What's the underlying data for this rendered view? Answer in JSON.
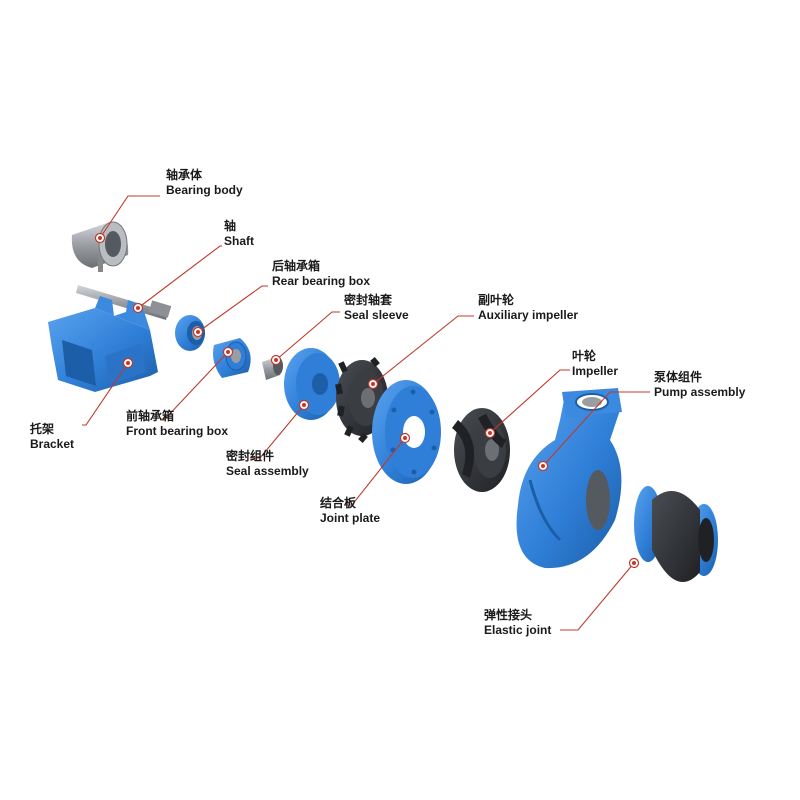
{
  "colors": {
    "part_blue": "#2f7fd8",
    "part_blue_dark": "#1d5ea8",
    "part_blue_light": "#5aa2ee",
    "rubber_black": "#2b2d31",
    "steel_grey": "#9a9ea3",
    "leader_red": "#c0392b"
  },
  "labels": {
    "bearing_body": {
      "cn": "轴承体",
      "en": "Bearing body"
    },
    "shaft": {
      "cn": "轴",
      "en": "Shaft"
    },
    "rear_bearing_box": {
      "cn": "后轴承箱",
      "en": "Rear bearing box"
    },
    "seal_sleeve": {
      "cn": "密封轴套",
      "en": "Seal sleeve"
    },
    "auxiliary_impeller": {
      "cn": "副叶轮",
      "en": "Auxiliary impeller"
    },
    "impeller": {
      "cn": "叶轮",
      "en": "Impeller"
    },
    "pump_assembly": {
      "cn": "泵体组件",
      "en": "Pump assembly"
    },
    "bracket": {
      "cn": "托架",
      "en": "Bracket"
    },
    "front_bearing_box": {
      "cn": "前轴承箱",
      "en": "Front bearing box"
    },
    "seal_assembly": {
      "cn": "密封组件",
      "en": "Seal assembly"
    },
    "joint_plate": {
      "cn": "结合板",
      "en": "Joint plate"
    },
    "elastic_joint": {
      "cn": "弹性接头",
      "en": "Elastic joint"
    }
  }
}
